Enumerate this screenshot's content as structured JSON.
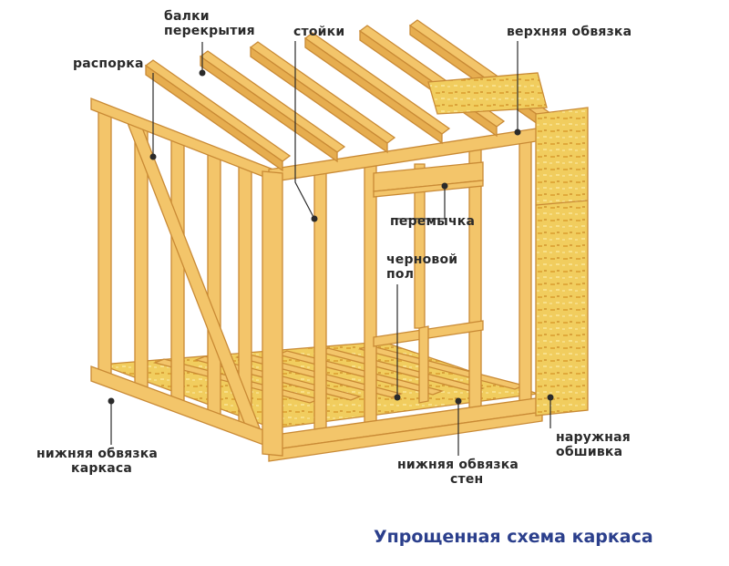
{
  "title": "Упрощенная схема каркаса",
  "labels": {
    "ceiling_joists_1": "балки",
    "ceiling_joists_2": "перекрытия",
    "studs": "стойки",
    "top_plate": "верхняя обвязка",
    "brace": "распорка",
    "header": "перемычка",
    "subfloor_1": "черновой",
    "subfloor_2": "пол",
    "frame_sill_1": "нижняя обвязка",
    "frame_sill_2": "каркаса",
    "wall_sill_1": "нижняя обвязка",
    "wall_sill_2": "стен",
    "sheathing_1": "наружная",
    "sheathing_2": "обшивка"
  },
  "colors": {
    "wood": "#f3c56a",
    "wood_edge": "#c98a35",
    "osb": "#f1cd5e",
    "title": "#2b3f8c",
    "leader": "#2a2a2a"
  }
}
